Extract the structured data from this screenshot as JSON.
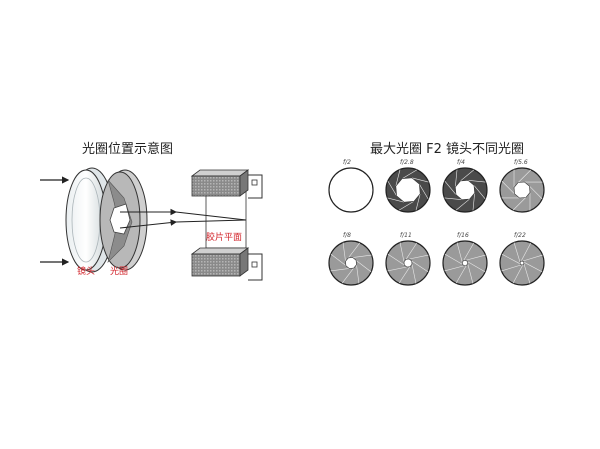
{
  "left_panel": {
    "title": "光圈位置示意图",
    "lens_label": "镜头",
    "aperture_label": "光圈",
    "film_label": "胶片平面"
  },
  "right_panel": {
    "title": "最大光圈 F2 镜头不同光圈",
    "fstops": [
      "f/2",
      "f/2.8",
      "f/4",
      "f/5.6",
      "f/8",
      "f/11",
      "f/16",
      "f/22"
    ],
    "open_fraction": [
      1.0,
      0.58,
      0.46,
      0.38,
      0.26,
      0.19,
      0.13,
      0.09
    ]
  },
  "colors": {
    "label_red": "#d2232a",
    "blade_dark": "#4a4a4a",
    "blade_grey": "#9a9a9a",
    "line": "#222222"
  }
}
